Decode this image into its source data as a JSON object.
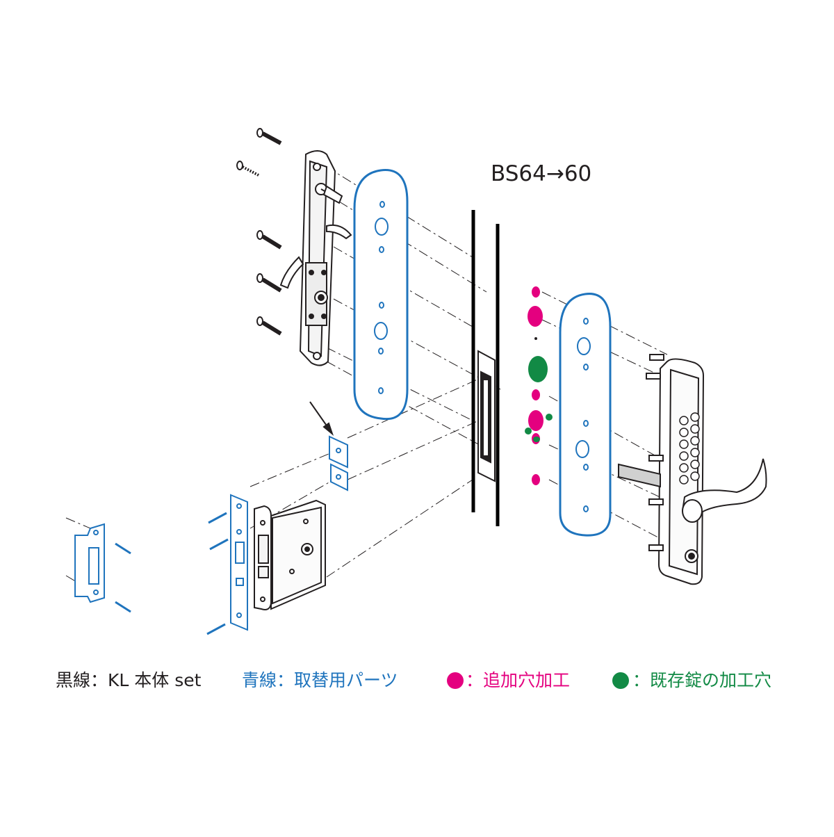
{
  "diagram": {
    "title": "BS64→60",
    "legend": [
      {
        "key": "black",
        "text": "黒線：KL 本体 set",
        "color": "#231f20"
      },
      {
        "key": "blue",
        "text": "青線：取替用パーツ",
        "color": "#1f74bd"
      },
      {
        "key": "magenta",
        "text": "：追加穴加工",
        "color": "#e4007f"
      },
      {
        "key": "green",
        "text": "：既存錠の加工穴",
        "color": "#128a45"
      }
    ],
    "colors": {
      "outline": "#231f20",
      "replacement": "#1f74bd",
      "added_hole": "#e4007f",
      "existing_hole": "#128a45"
    }
  }
}
